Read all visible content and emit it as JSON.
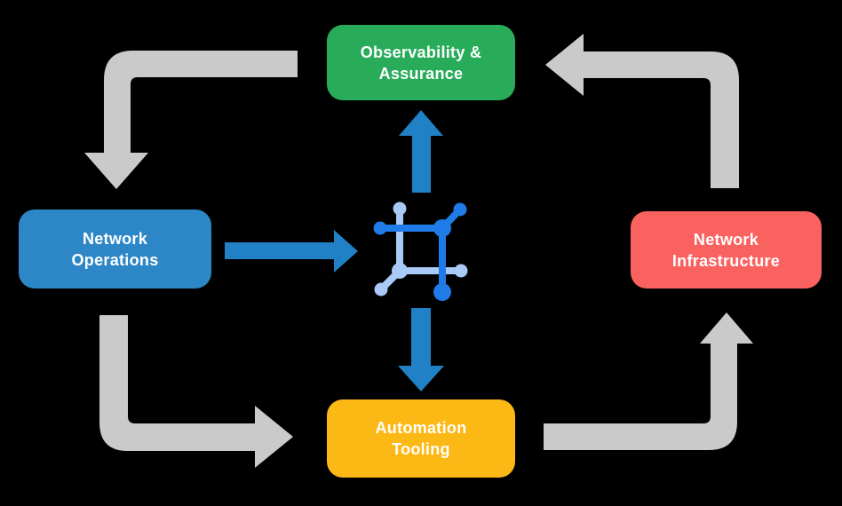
{
  "title": "Network automation cycle diagram",
  "colors": {
    "background": "#000000",
    "arrow_gray": "#cacaca",
    "arrow_blue": "#2081c6",
    "icon_blue_dark": "#1e7be8",
    "icon_blue_light": "#a9c9f6",
    "box_green": "#28ac5a",
    "box_blue": "#2d87c6",
    "box_red": "#fa625f",
    "box_yellow": "#fcb815",
    "label_text": "#ffffff"
  },
  "nodes": {
    "observability": {
      "label": "Observability &\nAssurance"
    },
    "operations": {
      "label": "Network\nOperations"
    },
    "infrastructure": {
      "label": "Network\nInfrastructure"
    },
    "automation": {
      "label": "Automation\nTooling"
    }
  },
  "center": {
    "icon": "mesh-network-icon"
  },
  "flows": {
    "gray_cycle": [
      "observability-to-operations",
      "operations-to-automation",
      "automation-to-infrastructure",
      "infrastructure-to-observability"
    ],
    "blue_links": [
      "operations-to-center",
      "center-to-observability",
      "center-to-automation"
    ]
  }
}
